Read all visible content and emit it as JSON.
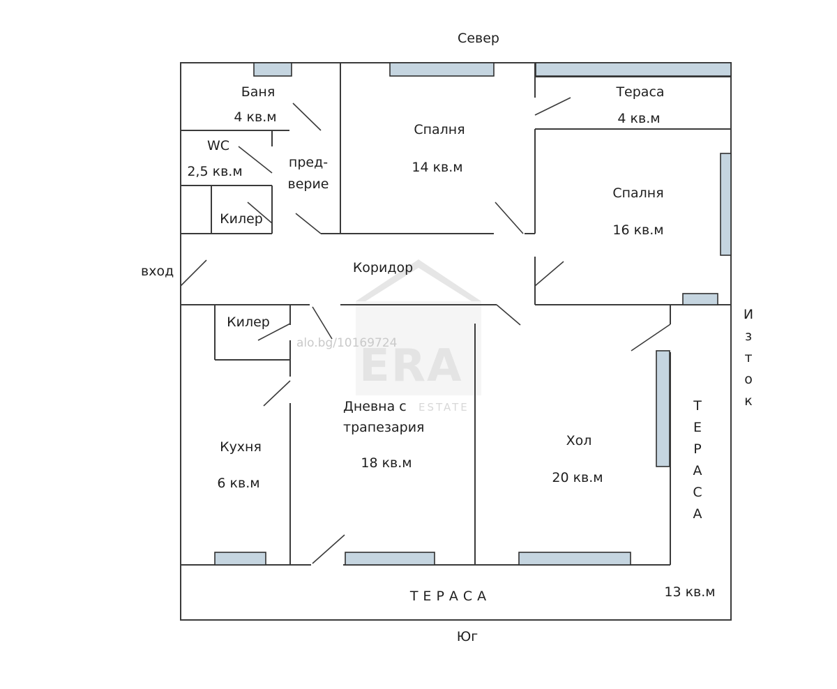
{
  "compass": {
    "north": "Север",
    "south": "Юг",
    "east": "Изток"
  },
  "entrance": {
    "label": "вход"
  },
  "rooms": {
    "bath": {
      "name": "Баня",
      "area": "4 кв.м"
    },
    "wc": {
      "name": "WC",
      "area": "2,5 кв.м"
    },
    "vestibule": {
      "name_line1": "пред-",
      "name_line2": "верие"
    },
    "pantry_north": {
      "name": "Килер"
    },
    "bedroom_14": {
      "name": "Спалня",
      "area": "14 кв.м"
    },
    "terrace_north": {
      "name": "Тераса",
      "area": "4 кв.м"
    },
    "bedroom_16": {
      "name": "Спалня",
      "area": "16 кв.м"
    },
    "corridor": {
      "name": "Коридор"
    },
    "pantry_south": {
      "name": "Килер"
    },
    "kitchen": {
      "name": "Кухня",
      "area": "6 кв.м"
    },
    "living_dining": {
      "name_line1": "Дневна с",
      "name_line2": "трапезария",
      "area": "18 кв.м"
    },
    "hall": {
      "name": "Хол",
      "area": "20 кв.м"
    },
    "terrace_east": {
      "name": "ТЕРАСА"
    },
    "terrace_south": {
      "name": "ТЕРАСА",
      "area": "13 кв.м"
    }
  },
  "watermark": {
    "listing": "alo.bg/10169724",
    "brand": "ERA",
    "tagline": "ESTATE"
  },
  "colors": {
    "walls": "#3a3a3a",
    "windows": "#c5d5e0",
    "text": "#1e1e1e",
    "watermark": "#c9c9c9"
  }
}
